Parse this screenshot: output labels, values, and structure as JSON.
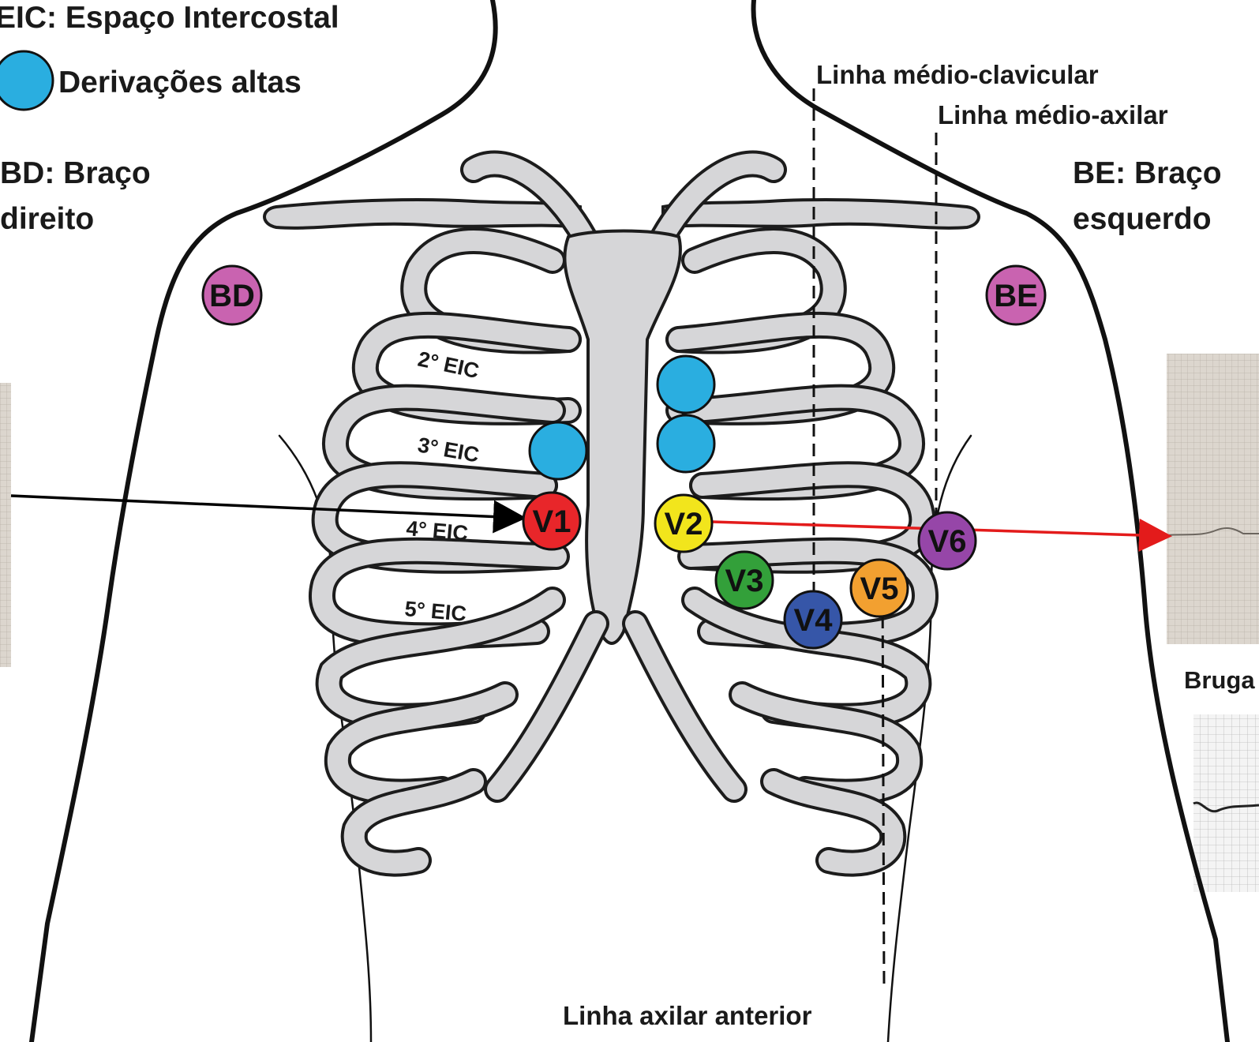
{
  "legend": {
    "eic_definition": "EIC: Espaço Intercostal",
    "high_leads": "Derivações altas"
  },
  "arms": {
    "right_title_line1": "BD: Braço",
    "right_title_line2": "direito",
    "left_title_line1": "BE: Braço",
    "left_title_line2": "esquerdo",
    "right_electrode": "BD",
    "left_electrode": "BE"
  },
  "reference_lines": {
    "midclavicular": "Linha médio-clavicular",
    "midaxillary": "Linha médio-axilar",
    "anterior_axillary": "Linha axilar anterior"
  },
  "intercostal_spaces": [
    "2° EIC",
    "3° EIC",
    "4° EIC",
    "5° EIC"
  ],
  "precordial_leads": [
    {
      "label": "V1",
      "color": "#e8262a"
    },
    {
      "label": "V2",
      "color": "#f2e51c"
    },
    {
      "label": "V3",
      "color": "#33a03a"
    },
    {
      "label": "V4",
      "color": "#3656a8"
    },
    {
      "label": "V5",
      "color": "#f2a030"
    },
    {
      "label": "V6",
      "color": "#9646a8"
    }
  ],
  "colors": {
    "high_leads": "#2aaee0",
    "limb_electrodes": "#c963b0",
    "arrow_left": "#000000",
    "arrow_right": "#e31b1b"
  },
  "ecg_insets": {
    "caption": "Bruga"
  }
}
